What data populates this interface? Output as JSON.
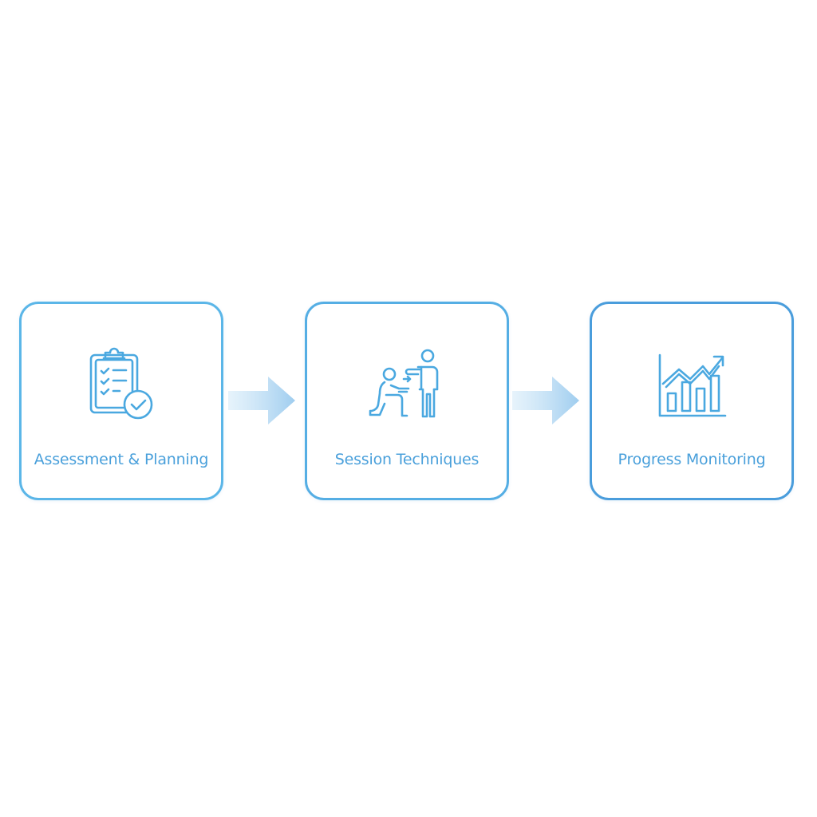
{
  "steps": [
    {
      "label": "Assessment & Planning",
      "icon": "clipboard-check-icon"
    },
    {
      "label": "Session Techniques",
      "icon": "therapist-patient-icon"
    },
    {
      "label": "Progress Monitoring",
      "icon": "growth-chart-icon"
    }
  ],
  "connectors": [
    "arrow-right-icon",
    "arrow-right-icon"
  ],
  "colors": {
    "border": "#58b3e6",
    "text": "#4aa0db",
    "icon_stroke": "#4aa8e0",
    "arrow": "#a9d3f0"
  }
}
